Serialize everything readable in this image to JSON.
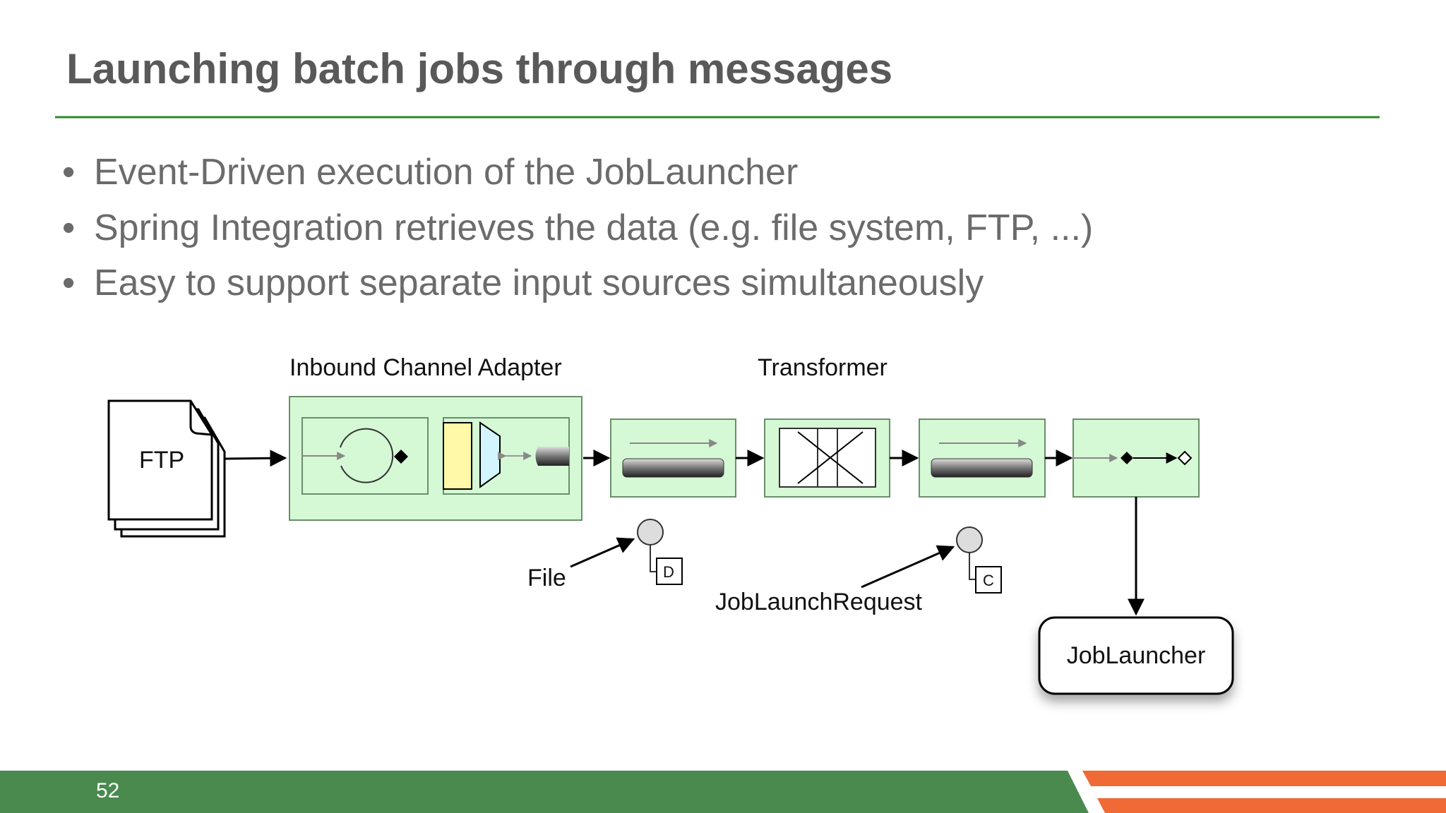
{
  "slide": {
    "title": "Launching batch jobs through messages",
    "bullets": [
      "Event-Driven execution of the JobLauncher",
      "Spring Integration retrieves the data (e.g. file system, FTP, ...)",
      "Easy to support separate input sources simultaneously"
    ],
    "page_number": "52"
  },
  "diagram": {
    "source_label": "FTP",
    "adapter_label": "Inbound Channel Adapter",
    "transformer_label": "Transformer",
    "file_message_label": "File",
    "file_message_tag": "D",
    "request_message_label": "JobLaunchRequest",
    "request_message_tag": "C",
    "launcher_label": "JobLauncher"
  },
  "colors": {
    "accent_green": "#4a8a4e",
    "accent_orange": "#ef6a35",
    "rule_green": "#2a8a2a",
    "node_fill": "#d5f8d5"
  }
}
